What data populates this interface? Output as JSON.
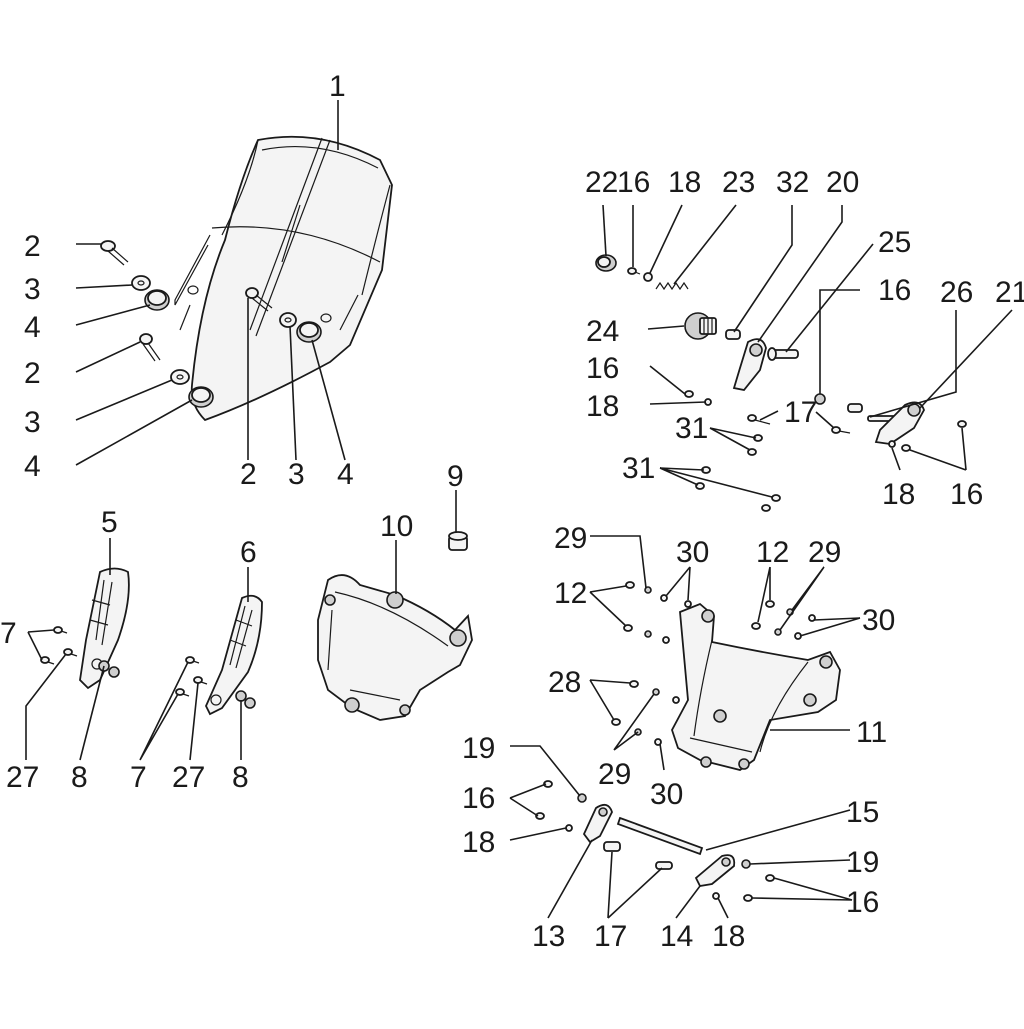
{
  "diagram": {
    "callouts": [
      {
        "id": "c-1",
        "text": "1"
      },
      {
        "id": "c-2a",
        "text": "2"
      },
      {
        "id": "c-3a",
        "text": "3"
      },
      {
        "id": "c-4a",
        "text": "4"
      },
      {
        "id": "c-2b",
        "text": "2"
      },
      {
        "id": "c-3b",
        "text": "3"
      },
      {
        "id": "c-4b",
        "text": "4"
      },
      {
        "id": "c-2c",
        "text": "2"
      },
      {
        "id": "c-3c",
        "text": "3"
      },
      {
        "id": "c-4c",
        "text": "4"
      },
      {
        "id": "c-5",
        "text": "5"
      },
      {
        "id": "c-6",
        "text": "6"
      },
      {
        "id": "c-7a",
        "text": "7"
      },
      {
        "id": "c-27a",
        "text": "27"
      },
      {
        "id": "c-8a",
        "text": "8"
      },
      {
        "id": "c-7b",
        "text": "7"
      },
      {
        "id": "c-27b",
        "text": "27"
      },
      {
        "id": "c-8b",
        "text": "8"
      },
      {
        "id": "c-9",
        "text": "9"
      },
      {
        "id": "c-10",
        "text": "10"
      },
      {
        "id": "c-22",
        "text": "22"
      },
      {
        "id": "c-16a",
        "text": "16"
      },
      {
        "id": "c-18a",
        "text": "18"
      },
      {
        "id": "c-23",
        "text": "23"
      },
      {
        "id": "c-32",
        "text": "32"
      },
      {
        "id": "c-20",
        "text": "20"
      },
      {
        "id": "c-25",
        "text": "25"
      },
      {
        "id": "c-24",
        "text": "24"
      },
      {
        "id": "c-16b",
        "text": "16"
      },
      {
        "id": "c-18b",
        "text": "18"
      },
      {
        "id": "c-16c",
        "text": "16"
      },
      {
        "id": "c-17a",
        "text": "17"
      },
      {
        "id": "c-26",
        "text": "26"
      },
      {
        "id": "c-21",
        "text": "21"
      },
      {
        "id": "c-31a",
        "text": "31"
      },
      {
        "id": "c-31b",
        "text": "31"
      },
      {
        "id": "c-18c",
        "text": "18"
      },
      {
        "id": "c-16d",
        "text": "16"
      },
      {
        "id": "c-29a",
        "text": "29"
      },
      {
        "id": "c-30a",
        "text": "30"
      },
      {
        "id": "c-12a",
        "text": "12"
      },
      {
        "id": "c-12b",
        "text": "12"
      },
      {
        "id": "c-29b",
        "text": "29"
      },
      {
        "id": "c-30b",
        "text": "30"
      },
      {
        "id": "c-28",
        "text": "28"
      },
      {
        "id": "c-11",
        "text": "11"
      },
      {
        "id": "c-29c",
        "text": "29"
      },
      {
        "id": "c-30c",
        "text": "30"
      },
      {
        "id": "c-19a",
        "text": "19"
      },
      {
        "id": "c-16e",
        "text": "16"
      },
      {
        "id": "c-18d",
        "text": "18"
      },
      {
        "id": "c-15",
        "text": "15"
      },
      {
        "id": "c-19b",
        "text": "19"
      },
      {
        "id": "c-16f",
        "text": "16"
      },
      {
        "id": "c-13",
        "text": "13"
      },
      {
        "id": "c-17b",
        "text": "17"
      },
      {
        "id": "c-14",
        "text": "14"
      },
      {
        "id": "c-18e",
        "text": "18"
      }
    ]
  }
}
